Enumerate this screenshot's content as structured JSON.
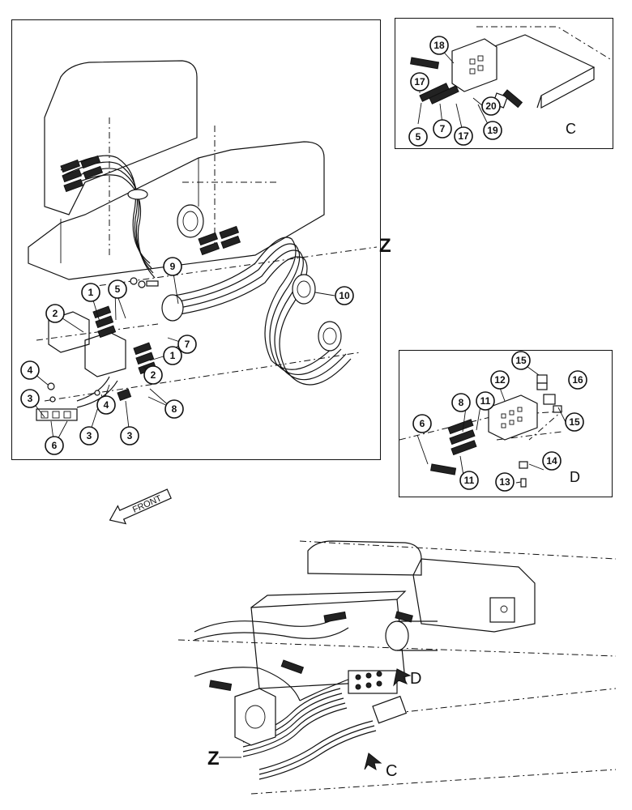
{
  "main_view": {
    "callouts": [
      "1",
      "1",
      "2",
      "2",
      "3",
      "3",
      "3",
      "4",
      "4",
      "5",
      "6",
      "7",
      "8",
      "9",
      "10"
    ],
    "zone_label": "Z"
  },
  "detail_c": {
    "label": "C",
    "callouts": [
      "18",
      "17",
      "5",
      "7",
      "17",
      "20",
      "19"
    ]
  },
  "detail_d": {
    "label": "D",
    "callouts": [
      "15",
      "12",
      "16",
      "8",
      "11",
      "6",
      "15",
      "11",
      "14",
      "13"
    ]
  },
  "front_arrow": {
    "label": "FRONT"
  },
  "overview": {
    "z_label": "Z",
    "c_label": "C",
    "d_label": "D"
  }
}
